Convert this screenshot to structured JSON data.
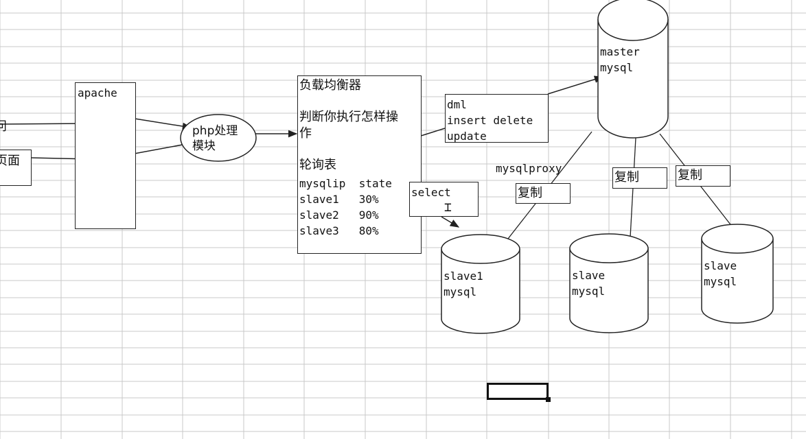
{
  "left_partial": {
    "top_label": "问",
    "bottom_label": "页面"
  },
  "apache": {
    "label": "apache"
  },
  "php": {
    "line1": "php处理",
    "line2": "模块"
  },
  "load_balancer": {
    "title": "负载均衡器",
    "line1": "判断你执行怎样操",
    "line2": "作",
    "table_title": "轮询表",
    "table_header": "mysqlip  state",
    "rows": [
      "slave1   30%",
      "slave2   90%",
      "slave3   80%"
    ]
  },
  "dml_box": {
    "line1": "dml",
    "line2": "insert delete",
    "line3": "update"
  },
  "select_box": {
    "label": "select"
  },
  "mysqlproxy_label": "mysqlproxy",
  "master": {
    "line1": "master",
    "line2": "mysql"
  },
  "slave1": {
    "line1": "slave1",
    "line2": "mysql"
  },
  "slave2": {
    "line1": "slave",
    "line2": "mysql"
  },
  "slave3": {
    "line1": "slave",
    "line2": "mysql"
  },
  "replicate_label": "复制",
  "colors": {
    "grid": "#c9c9c9",
    "stroke": "#222222",
    "selection": "#111111"
  }
}
